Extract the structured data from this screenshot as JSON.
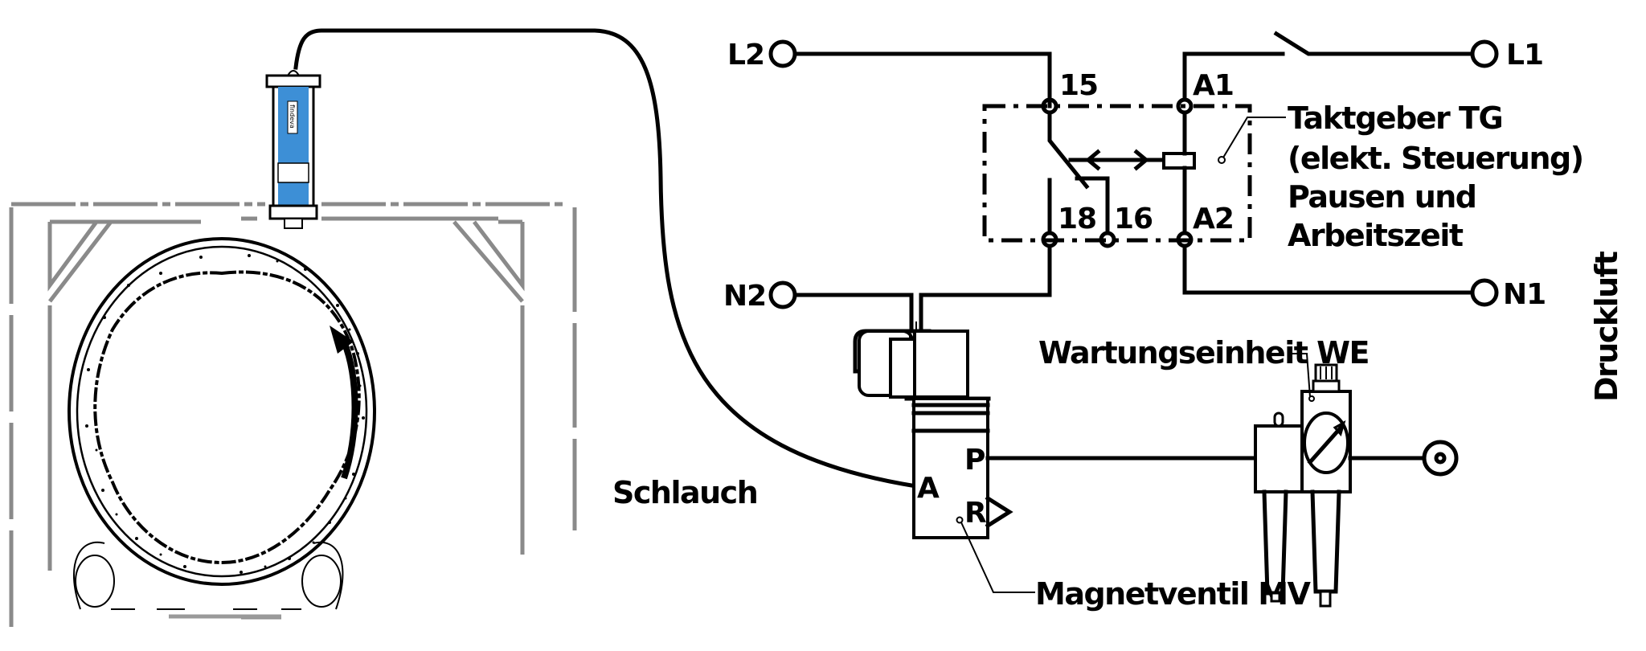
{
  "diagram": {
    "terminals": {
      "l2": "L2",
      "l1": "L1",
      "n2": "N2",
      "n1": "N1"
    },
    "relay_pins": {
      "p15": "15",
      "p18": "18",
      "p16": "16",
      "a1": "A1",
      "a2": "A2"
    },
    "valve_ports": {
      "a": "A",
      "p": "P",
      "r": "R"
    },
    "labels": {
      "timer_line1": "Taktgeber TG",
      "timer_line2": "(elekt. Steuerung)",
      "timer_line3": "Pausen und",
      "timer_line4": "Arbeitszeit",
      "service_unit": "Wartungseinheit WE",
      "solenoid_valve": "Magnetventil MV",
      "hose": "Schlauch",
      "compressed_air": "Druckluft"
    },
    "cylinder_brand": "findeva",
    "colors": {
      "cylinder_blue": "#3d8fd6",
      "frame_grey": "#8a8a8a",
      "line": "#000000"
    }
  }
}
